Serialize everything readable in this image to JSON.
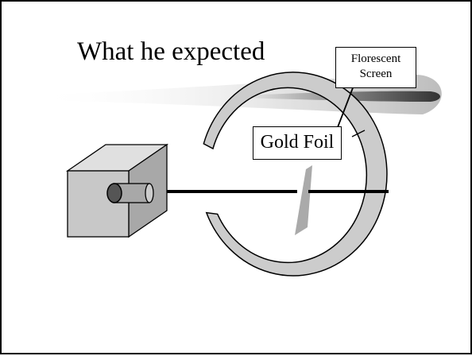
{
  "slide": {
    "title": "What he expected"
  },
  "labels": {
    "gold_foil": "Gold Foil",
    "screen_line1": "Florescent",
    "screen_line2": "Screen"
  },
  "colors": {
    "screen_fill": "#cccccc",
    "foil_fill": "#aaaaaa",
    "box_front": "#c8c8c8",
    "box_top": "#e0e0e0",
    "box_side": "#a8a8a8",
    "beam": "#000000"
  }
}
